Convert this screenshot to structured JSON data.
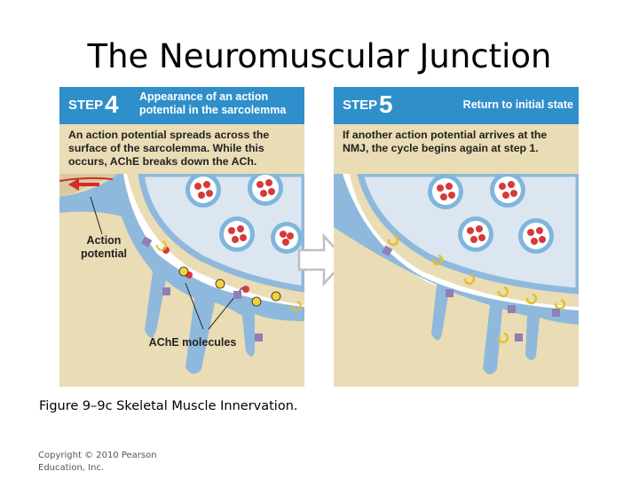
{
  "slide": {
    "title": "The Neuromuscular Junction",
    "caption": "Figure 9–9c Skeletal Muscle Innervation.",
    "copyright": "Copyright © 2010 Pearson Education, Inc."
  },
  "panels": [
    {
      "step_word": "STEP",
      "step_number": "4",
      "heading": "Appearance of an action potential in the sarcolemma",
      "body": "An action potential spreads across the surface of the sarcolemma. While this occurs, AChE breaks down the ACh.",
      "labels": {
        "action_potential": "Action potential",
        "ache": "AChE molecules"
      }
    },
    {
      "step_word": "STEP",
      "step_number": "5",
      "heading": "Return to initial state",
      "body": "If another action potential arrives at the NMJ, the cycle begins again at step 1."
    }
  ],
  "colors": {
    "step_bar": "#2f8fca",
    "panel_background": "#eadcb4",
    "membrane": "#8fb9dc",
    "cleft": "#ffffff",
    "vesicle": "#7fb6dd",
    "acetylcholine": "#d63a3a",
    "ache": "#f2d23a",
    "receptor": "#8e7fb5",
    "action_potential_arrow": "#d42a2a"
  },
  "icons": {
    "transition_arrow": "right-arrow-icon"
  }
}
